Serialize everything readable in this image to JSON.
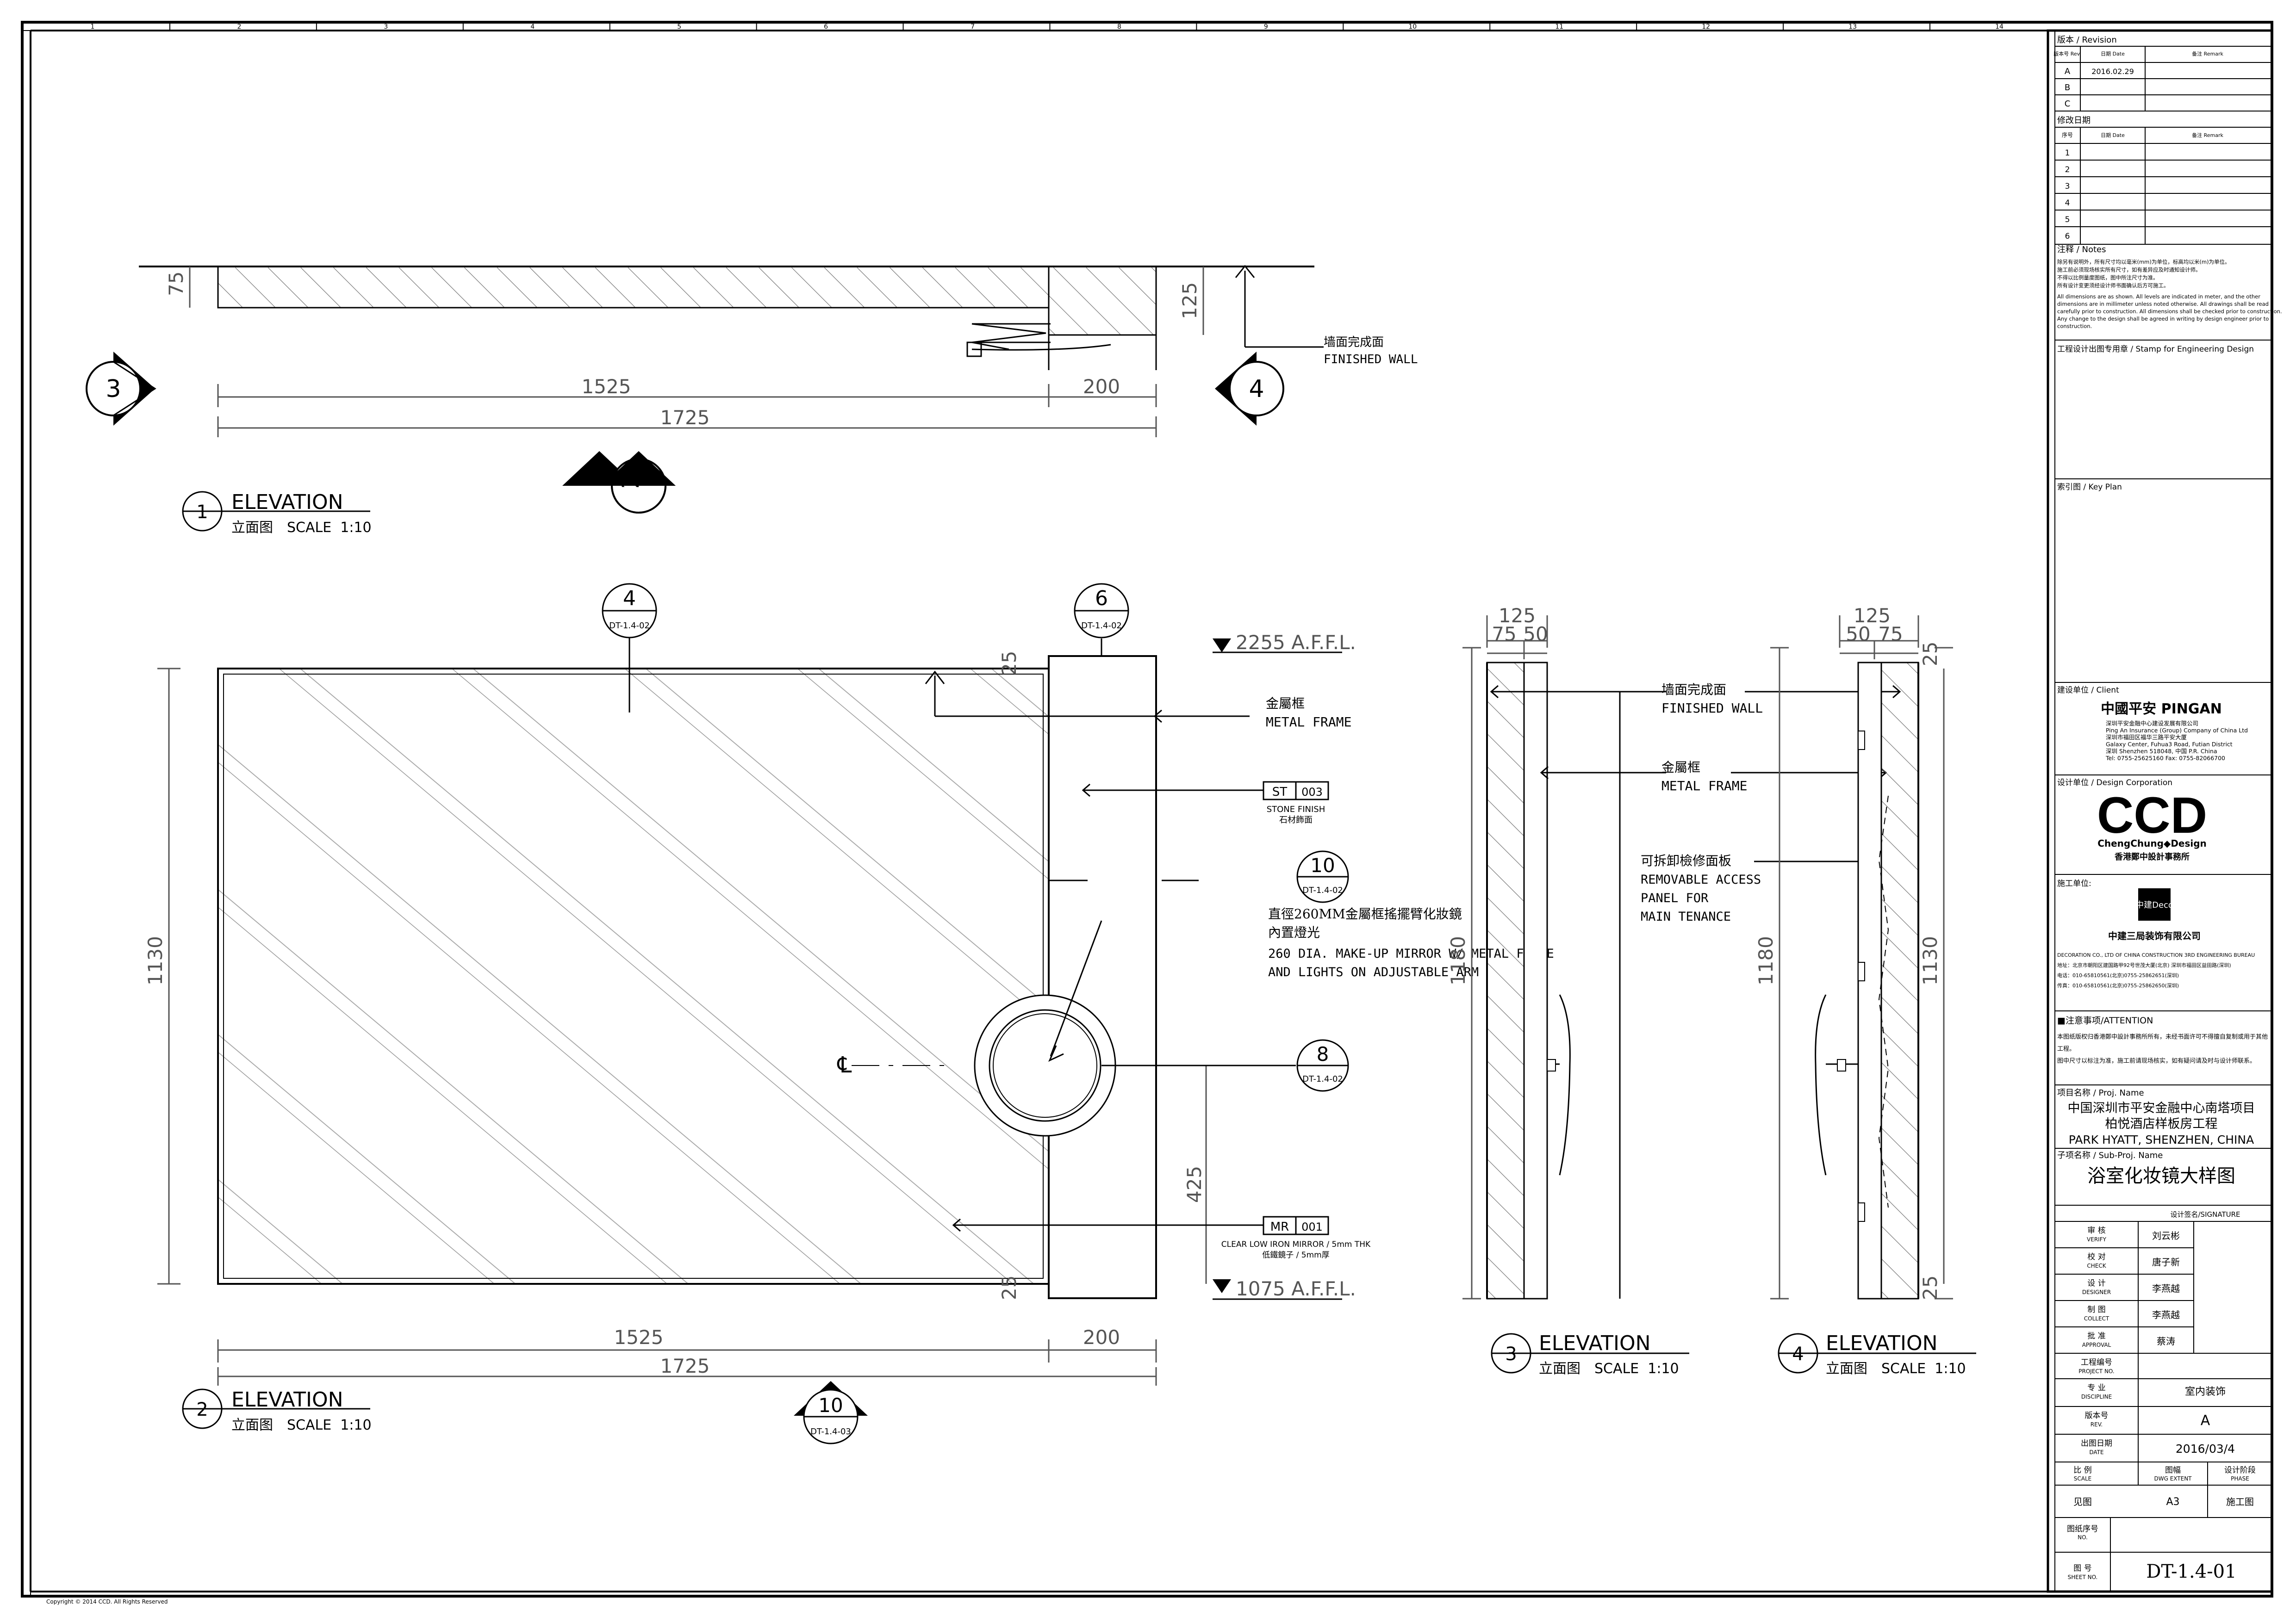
{
  "grid_numbers": [
    "1",
    "2",
    "3",
    "4",
    "5",
    "6",
    "7",
    "8",
    "9",
    "10",
    "11",
    "12",
    "13",
    "14"
  ],
  "drawing": {
    "view1": {
      "dims": {
        "d75": "75",
        "d125": "125",
        "d1525": "1525",
        "d200": "200",
        "d1725": "1725"
      },
      "callout_label_cn": "墙面完成面",
      "callout_label_en": "FINISHED WALL",
      "markers": {
        "left": "3",
        "right": "4",
        "bottom": "2"
      },
      "title": {
        "num": "1",
        "en": "ELEVATION",
        "cn": "立面图",
        "scale": "SCALE  1:10"
      }
    },
    "view2": {
      "dims": {
        "d25a": "25",
        "d25b": "25",
        "d1130": "1130",
        "d425": "425",
        "d1525": "1525",
        "d200": "200",
        "d1725": "1725"
      },
      "level_top": "2255 A.F.F.L.",
      "level_bottom": "1075 A.F.F.L.",
      "tags": {
        "t4": {
          "num": "4",
          "ref": "DT-1.4-02"
        },
        "t6": {
          "num": "6",
          "ref": "DT-1.4-02"
        },
        "t10": {
          "num": "10",
          "ref": "DT-1.4-02"
        },
        "t8": {
          "num": "8",
          "ref": "DT-1.4-02"
        },
        "t10b": {
          "num": "10",
          "ref": "DT-1.4-03"
        }
      },
      "metal_frame_cn": "金屬框",
      "metal_frame_en": "METAL FRAME",
      "stone": {
        "code": "ST",
        "num": "003",
        "en": "STONE FINISH",
        "cn": "石材飾面"
      },
      "mirror_note": [
        "直徑260MM金屬框搖擺臂化妝鏡",
        "內置燈光",
        "260 DIA. MAKE-UP MIRROR W/ METAL FRAME",
        "AND LIGHTS ON ADJUSTABLE ARM"
      ],
      "mirror_tag": {
        "code": "MR",
        "num": "001",
        "en": "CLEAR LOW IRON MIRROR / 5mm THK",
        "cn": "低鐵鏡子 / 5mm厚"
      },
      "centerline": "℄",
      "title": {
        "num": "2",
        "en": "ELEVATION",
        "cn": "立面图",
        "scale": "SCALE  1:10"
      }
    },
    "view3": {
      "dims": {
        "d125": "125",
        "d75": "75",
        "d50": "50",
        "d1180": "1180"
      },
      "title": {
        "num": "3",
        "en": "ELEVATION",
        "cn": "立面图",
        "scale": "SCALE  1:10"
      }
    },
    "view4": {
      "dims": {
        "d125": "125",
        "d50": "50",
        "d75": "75",
        "d1180": "1180",
        "d1130": "1130",
        "d25a": "25",
        "d25b": "25"
      },
      "title": {
        "num": "4",
        "en": "ELEVATION",
        "cn": "立面图",
        "scale": "SCALE  1:10"
      }
    },
    "middle_notes": {
      "finished_wall_cn": "墙面完成面",
      "finished_wall_en": "FINISHED WALL",
      "metal_frame_cn": "金屬框",
      "metal_frame_en": "METAL FRAME",
      "access_panel": [
        "可拆卸檢修面板",
        "REMOVABLE ACCESS",
        "PANEL FOR",
        "MAIN TENANCE"
      ]
    },
    "copyright": "Copyright © 2014 CCD. All Rights Reserved"
  },
  "title_block": {
    "revision_header": "版本 / Revision",
    "rev_cols": [
      "版本号 Rev.",
      "日期 Date",
      "备注 Remark"
    ],
    "rev_rows": [
      {
        "rev": "A",
        "date": "2016.02.29"
      },
      {
        "rev": "B",
        "date": ""
      },
      {
        "rev": "C",
        "date": ""
      }
    ],
    "mod_header": "修改日期",
    "mod_cols": [
      "序号",
      "日期 Date",
      "备注 Remark"
    ],
    "mod_rows": [
      "1",
      "2",
      "3",
      "4",
      "5",
      "6"
    ],
    "notes_header": "注释 / Notes",
    "notes_cn": [
      "除另有说明外，所有尺寸均以毫米(mm)为单位，标高均以米(m)为单位。",
      "施工前必须现场核实所有尺寸，如有差异应及时通知设计师。",
      "不得以比例量度图纸，图中所注尺寸为准。",
      "所有设计变更须经设计师书面确认后方可施工。"
    ],
    "notes_en": [
      "All dimensions are as shown. All levels are indicated in meter, and the other",
      "dimensions are in millimeter unless noted otherwise. All drawings shall be read",
      "carefully prior to construction. All dimensions shall be checked prior to construction.",
      "Any change to the design shall be agreed in writing by design engineer prior to",
      "construction."
    ],
    "stamp_header": "工程设计出图专用章 / Stamp for Engineering Design",
    "keyplan_header": "索引图 / Key Plan",
    "client_header": "建设单位 / Client",
    "client_logo": "中國平安 PINGAN",
    "client_lines": [
      "深圳平安金融中心建设发展有限公司",
      "Ping An Insurance (Group) Company of China Ltd",
      "深圳市福田区福华三路平安大厦",
      "Galaxy Center, Fuhua3 Road, Futian District",
      "深圳 Shenzhen 518048, 中国 P.R. China",
      "Tel: 0755-25625160  Fax: 0755-82066700"
    ],
    "design_header": "设计单位 / Design Corporation",
    "design_logo": "CCD",
    "design_logo_sub": "ChengChung◆Design",
    "design_logo_cn": "香港鄭中設計事務所",
    "contractor_header": "施工单位:",
    "contractor_logo": "中建Deco",
    "contractor_name": "中建三局装饰有限公司",
    "contractor_lines": [
      "DECORATION CO., LTD OF CHINA CONSTRUCTION 3RD ENGINEERING BUREAU",
      "地址：北京市朝阳区建国路甲92号世茂大厦(北京)  深圳市福田区益田路(深圳)",
      "电话：010-65810561(北京)0755-25862651(深圳)",
      "传真：010-65810561(北京)0755-25862650(深圳)"
    ],
    "attention_header": "■注意事项/ATTENTION",
    "attention_lines": [
      "本图纸版权归香港鄭中設計事務所所有，未经书面许可不得擅自复制或用于其他",
      "工程。",
      "图中尺寸以标注为准，施工前请现场核实，如有疑问请及时与设计师联系。"
    ],
    "proj_header": "项目名称 / Proj. Name",
    "proj_cn1": "中国深圳市平安金融中心南塔项目",
    "proj_cn2": "柏悦酒店样板房工程",
    "proj_en": "PARK HYATT, SHENZHEN, CHINA",
    "sub_header": "子项名称 / Sub-Proj. Name",
    "sub_name": "浴室化妆镜大样图",
    "sig_header": "设计签名/SIGNATURE",
    "signatures": [
      {
        "cn": "审 核",
        "en": "VERIFY",
        "name": "刘云彬"
      },
      {
        "cn": "校 对",
        "en": "CHECK",
        "name": "唐子新"
      },
      {
        "cn": "设 计",
        "en": "DESIGNER",
        "name": "李燕越"
      },
      {
        "cn": "制 图",
        "en": "COLLECT",
        "name": "李燕越"
      },
      {
        "cn": "批 准",
        "en": "APPROVAL",
        "name": "蔡涛"
      }
    ],
    "project_no": {
      "cn": "工程编号",
      "en": "PROJECT NO.",
      "value": ""
    },
    "discipline": {
      "cn": "专 业",
      "en": "DISCIPLINE",
      "value": "室内装饰"
    },
    "rev": {
      "cn": "版本号",
      "en": "REV.",
      "value": "A"
    },
    "date": {
      "cn": "出图日期",
      "en": "DATE",
      "value": "2016/03/4"
    },
    "scale_row": {
      "scale_cn": "比 例",
      "scale_en": "SCALE",
      "extent_cn": "图幅",
      "extent_en": "DWG EXTENT",
      "phase_cn": "设计阶段",
      "phase_en": "PHASE"
    },
    "scale_values": {
      "scale": "见图",
      "extent": "A3",
      "phase": "施工图"
    },
    "drawing_seq": {
      "cn": "图纸序号",
      "en": "NO.",
      "value": ""
    },
    "sheet": {
      "cn": "图 号",
      "en": "SHEET NO.",
      "value": "DT-1.4-01"
    }
  }
}
